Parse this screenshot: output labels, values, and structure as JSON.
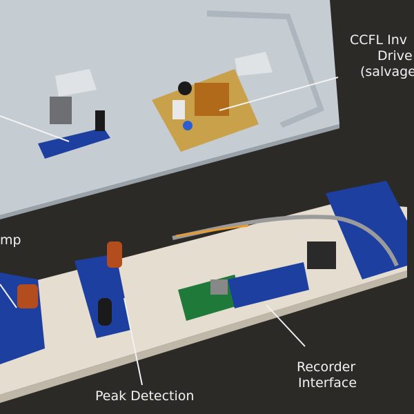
{
  "labels": {
    "ccfl_line1": "CCFL Inv",
    "ccfl_line2": "Drive",
    "ccfl_line3": "(salvage",
    "amp": "mp",
    "peak": "Peak Detection",
    "recorder_line1": "Recorder",
    "recorder_line2": "Interface"
  },
  "colors": {
    "background": "#2b2a27",
    "plate": "#c5ccd2",
    "board": "#e4ddd0",
    "pcb_blue": "#1d3fa0",
    "pcb_green": "#1f7a3a",
    "pcb_gold": "#c9a14a",
    "label": "#f2f2f2"
  }
}
